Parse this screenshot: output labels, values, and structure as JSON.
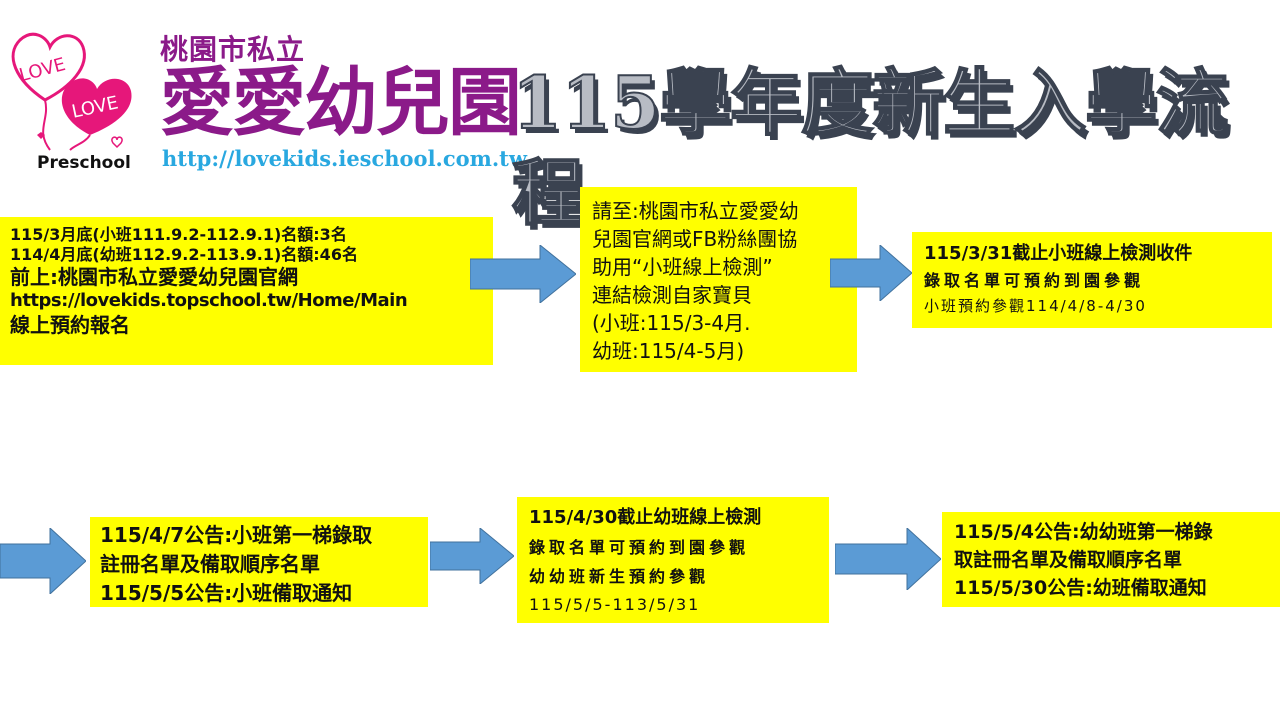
{
  "header": {
    "logo_text": [
      "LOVE",
      "LOVE",
      "Preschool"
    ],
    "school_prefix": "桃園市私立",
    "school_name": "愛愛幼兒園",
    "school_url": "http://lovekids.ieschool.com.tw",
    "title": "115學年度新生入學流程"
  },
  "steps": [
    {
      "lines": [
        "115/3月底(小班111.9.2-112.9.1)名額:3名",
        "114/4月底(幼班112.9.2-113.9.1)名額:46名",
        "前上:桃園市私立愛愛幼兒園官網",
        "https://lovekids.topschool.tw/Home/Main",
        "線上預約報名"
      ]
    },
    {
      "lines": [
        "請至:桃園市私立愛愛幼",
        "兒園官網或FB粉絲團協",
        "助用“小班線上檢測”",
        "連結檢測自家寶貝",
        "(小班:115/3-4月.",
        "幼班:115/4-5月)"
      ]
    },
    {
      "lines": [
        "115/3/31截止小班線上檢測收件",
        "錄取名單可預約到園參觀",
        "小班預約參觀114/4/8-4/30"
      ]
    },
    {
      "lines": [
        "115/4/7公告:小班第一梯錄取",
        "註冊名單及備取順序名單",
        "115/5/5公告:小班備取通知"
      ]
    },
    {
      "lines": [
        "115/4/30截止幼班線上檢測",
        "錄取名單可預約到園參觀",
        "幼幼班新生預約參觀",
        "115/5/5-113/5/31"
      ]
    },
    {
      "lines": [
        "115/5/4公告:幼幼班第一梯錄",
        "取註冊名單及備取順序名單",
        "115/5/30公告:幼班備取通知"
      ]
    }
  ],
  "colors": {
    "box": "#ffff00",
    "arrow": "#5b9bd5",
    "brand_purple": "#8b1a89",
    "heart_pink": "#e6177a",
    "url_blue": "#29a8e0"
  }
}
